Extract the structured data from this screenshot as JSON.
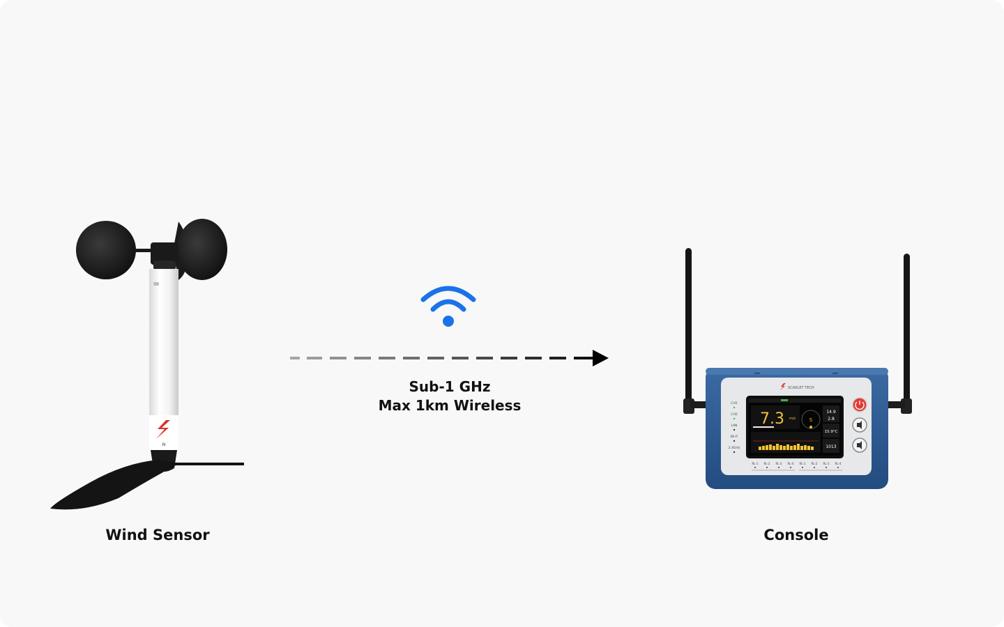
{
  "diagram": {
    "sensor": {
      "label": "Wind Sensor"
    },
    "console": {
      "label": "Console",
      "brand": "SCARLET TECH",
      "screen": {
        "main_value": "7.3",
        "main_unit": "m/s",
        "compass_dir": "S",
        "value_top": "14.9",
        "value_sub": "2.8",
        "temperature": "15.9°C",
        "pressure": "1013"
      },
      "side_labels": [
        "CH1",
        "CH2",
        "LAN",
        "Wi-Fi",
        "2.4GHz"
      ],
      "relay_labels": [
        "RL-1",
        "RL-2",
        "RL-3",
        "RL-4",
        "RL-1",
        "RL-2",
        "RL-3",
        "RL-4"
      ]
    },
    "link": {
      "line1": "Sub-1 GHz",
      "line2": "Max 1km Wireless"
    },
    "colors": {
      "wifi": "#1a73e8",
      "console_frame": "#2c5a93",
      "sensor_dark": "#161616",
      "sensor_red": "#d9342b",
      "power_red": "#e23a2f"
    }
  }
}
